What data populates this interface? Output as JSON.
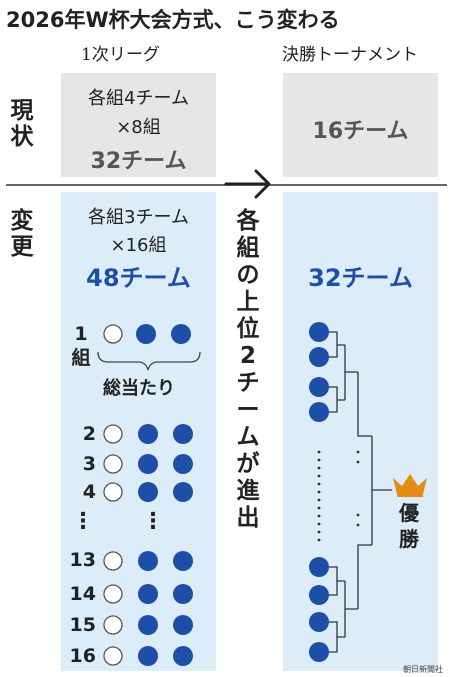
{
  "title": "2026年W杯大会方式、こう変わる",
  "headers": {
    "first_round": "1次リーグ",
    "knockout": "決勝トーナメント"
  },
  "current": {
    "row_label_chars": [
      "現",
      "状"
    ],
    "groups_line1": "各組4チーム",
    "groups_line2": "×8組",
    "teams": "32チーム",
    "knockout_teams": "16チーム"
  },
  "changed": {
    "row_label_chars": [
      "変",
      "更"
    ],
    "groups_line1": "各組3チーム",
    "groups_line2": "×16組",
    "teams": "48チーム",
    "knockout_teams": "32チーム",
    "advance_chars": [
      "各",
      "組",
      "の",
      "上",
      "位",
      "2",
      "チ",
      "ー",
      "ム",
      "が",
      "進",
      "出"
    ],
    "group1_label_chars": [
      "1",
      "組"
    ],
    "round_robin": "総当たり",
    "group_numbers": [
      "2",
      "3",
      "4",
      "13",
      "14",
      "15",
      "16"
    ],
    "ellipsis": "⋮",
    "winner_chars": [
      "優",
      "勝"
    ]
  },
  "colors": {
    "blue": "#1e4fa8",
    "gold": "#e38b14",
    "gray_panel": "#e6e6e6",
    "blue_panel": "#dcecf8"
  },
  "icons": {
    "arrow": "arrow-right-icon",
    "crown": "crown-icon"
  },
  "credit": "朝日新聞社"
}
